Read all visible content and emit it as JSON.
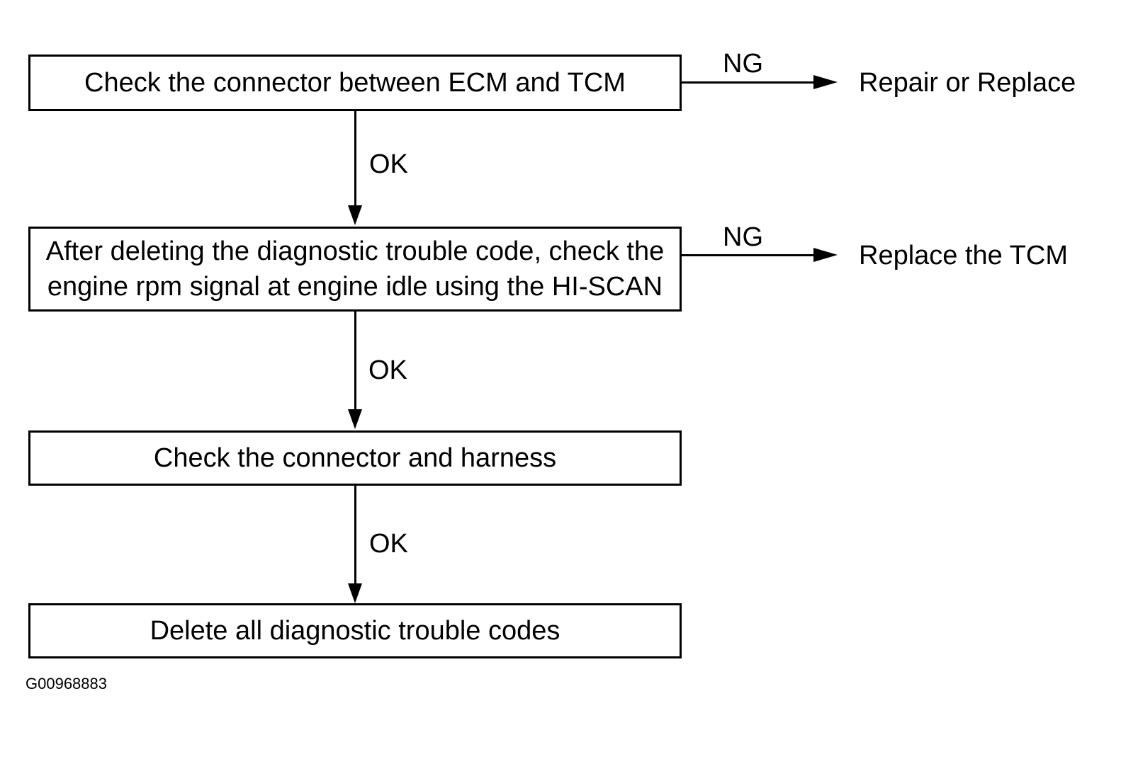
{
  "steps": [
    {
      "lines": [
        "Check the connector between ECM and TCM"
      ]
    },
    {
      "lines": [
        "After deleting the diagnostic trouble code, check the",
        "engine rpm signal at engine idle using the HI-SCAN"
      ]
    },
    {
      "lines": [
        "Check the connector and harness"
      ]
    },
    {
      "lines": [
        "Delete all diagnostic trouble codes"
      ]
    }
  ],
  "ok_labels": [
    "OK",
    "OK",
    "OK"
  ],
  "branches": [
    {
      "label": "NG",
      "result": "Repair or Replace"
    },
    {
      "label": "NG",
      "result": "Replace the TCM"
    }
  ],
  "figure_id": "G00968883"
}
